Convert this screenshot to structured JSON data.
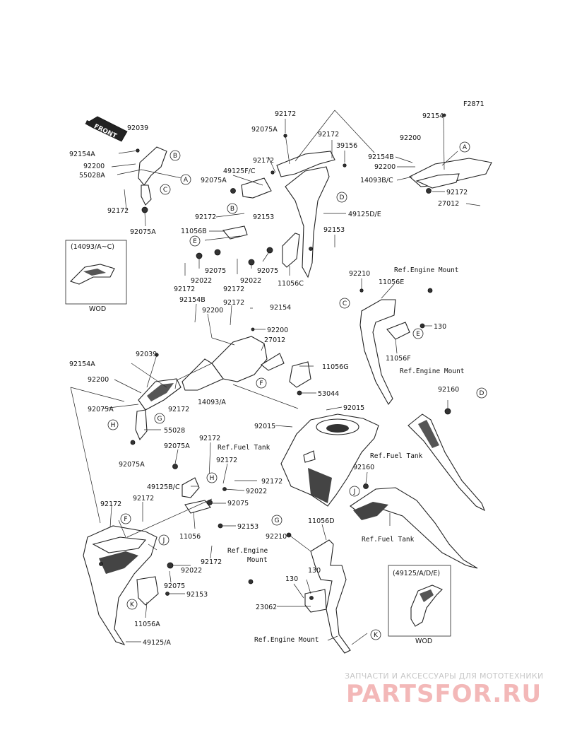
{
  "figure_code": "F2871",
  "front_label": "FRONT",
  "labels": {
    "l_92039a": "92039",
    "l_92154a_1": "92154A",
    "l_92200_1": "92200",
    "l_55028a": "55028A",
    "l_92172_1": "92172",
    "l_92075a_1": "92075A",
    "l_92172_2": "92172",
    "l_92075a_2": "92075A",
    "l_92172_3": "92172",
    "l_49125fc": "49125F/C",
    "l_92075a_3": "92075A",
    "l_92172_4": "92172",
    "l_39156": "39156",
    "l_49125de": "49125D/E",
    "l_92172_5": "92172",
    "l_92153_1": "92153",
    "l_11056b": "11056B",
    "l_92153_2": "92153",
    "l_92075_1": "92075",
    "l_92022_1": "92022",
    "l_92172_6": "92172",
    "l_92022_2": "92022",
    "l_92075_2": "92075",
    "l_92172_7": "92172",
    "l_11056c": "11056C",
    "l_92154_1": "92154",
    "l_92200_2": "92200",
    "l_92154b_1": "92154B",
    "l_92200_3": "92200",
    "l_14093bc": "14093B/C",
    "l_92172_8": "92172",
    "l_27012_1": "27012",
    "l_92154b_2": "92154B",
    "l_92200_4": "92200",
    "l_92172_9": "92172",
    "l_92154_2": "92154",
    "l_92200_5": "92200",
    "l_27012_2": "27012",
    "l_11056g": "11056G",
    "l_92039b": "92039",
    "l_92154a_2": "92154A",
    "l_92200_6": "92200",
    "l_92075a_4": "92075A",
    "l_92172_10": "92172",
    "l_14093a": "14093/A",
    "l_53044": "53044",
    "l_55028": "55028",
    "l_92075a_5": "92075A",
    "l_92210_1": "92210",
    "l_11056e": "11056E",
    "l_130_1": "130",
    "l_11056f": "11056F",
    "l_92160_1": "92160",
    "l_92015_1": "92015",
    "l_92015_2": "92015",
    "l_92172_11": "92172",
    "l_92075a_6": "92075A",
    "l_92172_12": "92172",
    "l_49125bc": "49125B/C",
    "l_92172_13": "92172",
    "l_92022_3": "92022",
    "l_92075_3": "92075",
    "l_92172_14": "92172",
    "l_92172_15": "92172",
    "l_92153_3": "92153",
    "l_11056": "11056",
    "l_92210_2": "92210",
    "l_11056d": "11056D",
    "l_92022_4": "92022",
    "l_92172_16": "92172",
    "l_92075_4": "92075",
    "l_92153_4": "92153",
    "l_11056a": "11056A",
    "l_49125a": "49125/A",
    "l_92160_2": "92160",
    "l_130_2": "130",
    "l_130_3": "130",
    "l_23062": "23062"
  },
  "refs": {
    "ref_engine_mount_1": "Ref.Engine Mount",
    "ref_engine_mount_2": "Ref.Engine Mount",
    "ref_fuel_tank_1": "Ref.Fuel Tank",
    "ref_fuel_tank_2": "Ref.Fuel Tank",
    "ref_fuel_tank_3": "Ref.Fuel Tank",
    "ref_engine_mount_3a": "Ref.Engine",
    "ref_engine_mount_3b": "Mount",
    "ref_engine_mount_4": "Ref.Engine Mount"
  },
  "callouts": {
    "a1": "A",
    "a2": "A",
    "b1": "B",
    "b2": "B",
    "c1": "C",
    "c2": "C",
    "d1": "D",
    "d2": "D",
    "e1": "E",
    "e2": "E",
    "f1": "F",
    "f2": "F",
    "g1": "G",
    "g2": "G",
    "h1": "H",
    "h2": "H",
    "j1": "J",
    "j2": "J",
    "k1": "K",
    "k2": "K"
  },
  "insets": {
    "inset1_title": "(14093/A~C)",
    "inset1_caption": "WOD",
    "inset2_title": "(49125/A/D/E)",
    "inset2_caption": "WOD"
  },
  "watermark": {
    "sub": "ЗАПЧАСТИ И АКСЕССУАРЫ ДЛЯ МОТОТЕХНИКИ",
    "main": "PARTSFOR.RU"
  }
}
